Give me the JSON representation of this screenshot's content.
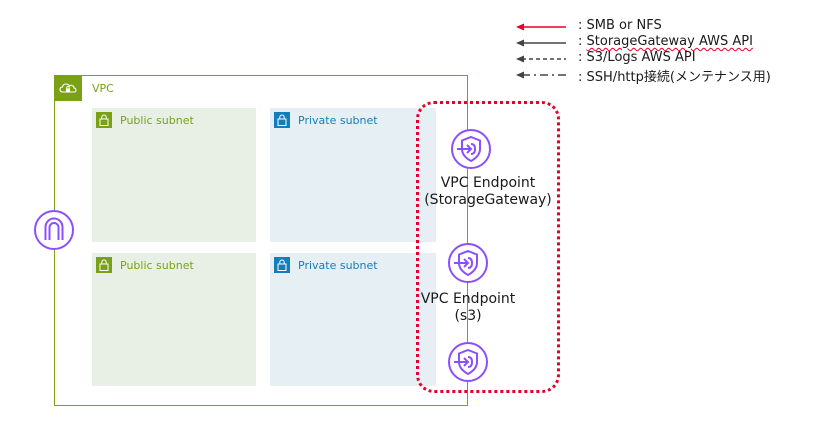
{
  "legend": {
    "items": [
      {
        "label": "SMB or NFS",
        "line": "solid",
        "color": "#e6002a"
      },
      {
        "label": "StorageGateway AWS API",
        "line": "solid",
        "color": "#444444"
      },
      {
        "label": "S3/Logs AWS API",
        "line": "dashed",
        "color": "#444444"
      },
      {
        "label": "SSH/http接続(メンテナンス用)",
        "line": "dash-dot",
        "color": "#444444"
      }
    ],
    "colon": ":"
  },
  "vpc": {
    "label": "VPC"
  },
  "subnets": [
    {
      "label": "Public subnet",
      "kind": "public"
    },
    {
      "label": "Private subnet",
      "kind": "private"
    },
    {
      "label": "Public subnet",
      "kind": "public"
    },
    {
      "label": "Private subnet",
      "kind": "private"
    }
  ],
  "endpoints": [
    {
      "line1": "VPC Endpoint",
      "line2": "(StorageGateway)"
    },
    {
      "line1": "VPC Endpoint",
      "line2": "(s3)"
    }
  ],
  "colors": {
    "vpc_green": "#7aa116",
    "private_blue": "#147eba",
    "endpoint_purple": "#8c4fff",
    "highlight_red": "#e6002a"
  }
}
